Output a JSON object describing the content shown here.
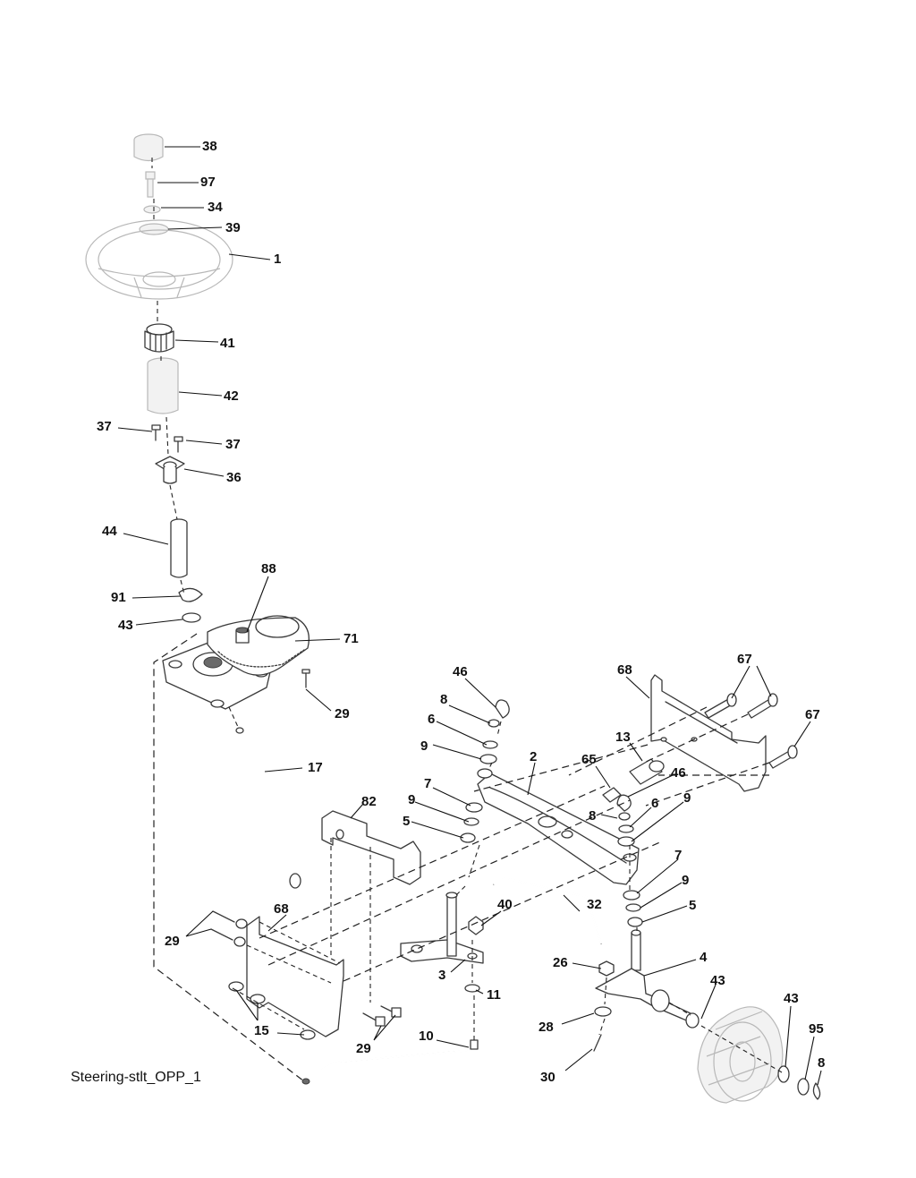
{
  "caption": "Steering-stlt_OPP_1",
  "callouts": {
    "c38": "38",
    "c97": "97",
    "c34": "34",
    "c39": "39",
    "c1": "1",
    "c41": "41",
    "c42": "42",
    "c37a": "37",
    "c37b": "37",
    "c36": "36",
    "c44": "44",
    "c88": "88",
    "c91": "91",
    "c43a": "43",
    "c71": "71",
    "c29a": "29",
    "c17": "17",
    "c46a": "46",
    "c8a": "8",
    "c6a": "6",
    "c9a": "9",
    "c68a": "68",
    "c67a": "67",
    "c67b": "67",
    "c13": "13",
    "c2": "2",
    "c65": "65",
    "c46b": "46",
    "c8b": "8",
    "c6b": "6",
    "c9b": "9",
    "c7a": "7",
    "c9c": "9",
    "c5a": "5",
    "c82": "82",
    "c7b": "7",
    "c9d": "9",
    "c5b": "5",
    "c40": "40",
    "c32": "32",
    "c29b": "29",
    "c68b": "68",
    "c3": "3",
    "c26": "26",
    "c4": "4",
    "c43b": "43",
    "c11": "11",
    "c43c": "43",
    "c15": "15",
    "c28": "28",
    "c95": "95",
    "c29c": "29",
    "c10": "10",
    "c8c": "8",
    "c30": "30"
  }
}
